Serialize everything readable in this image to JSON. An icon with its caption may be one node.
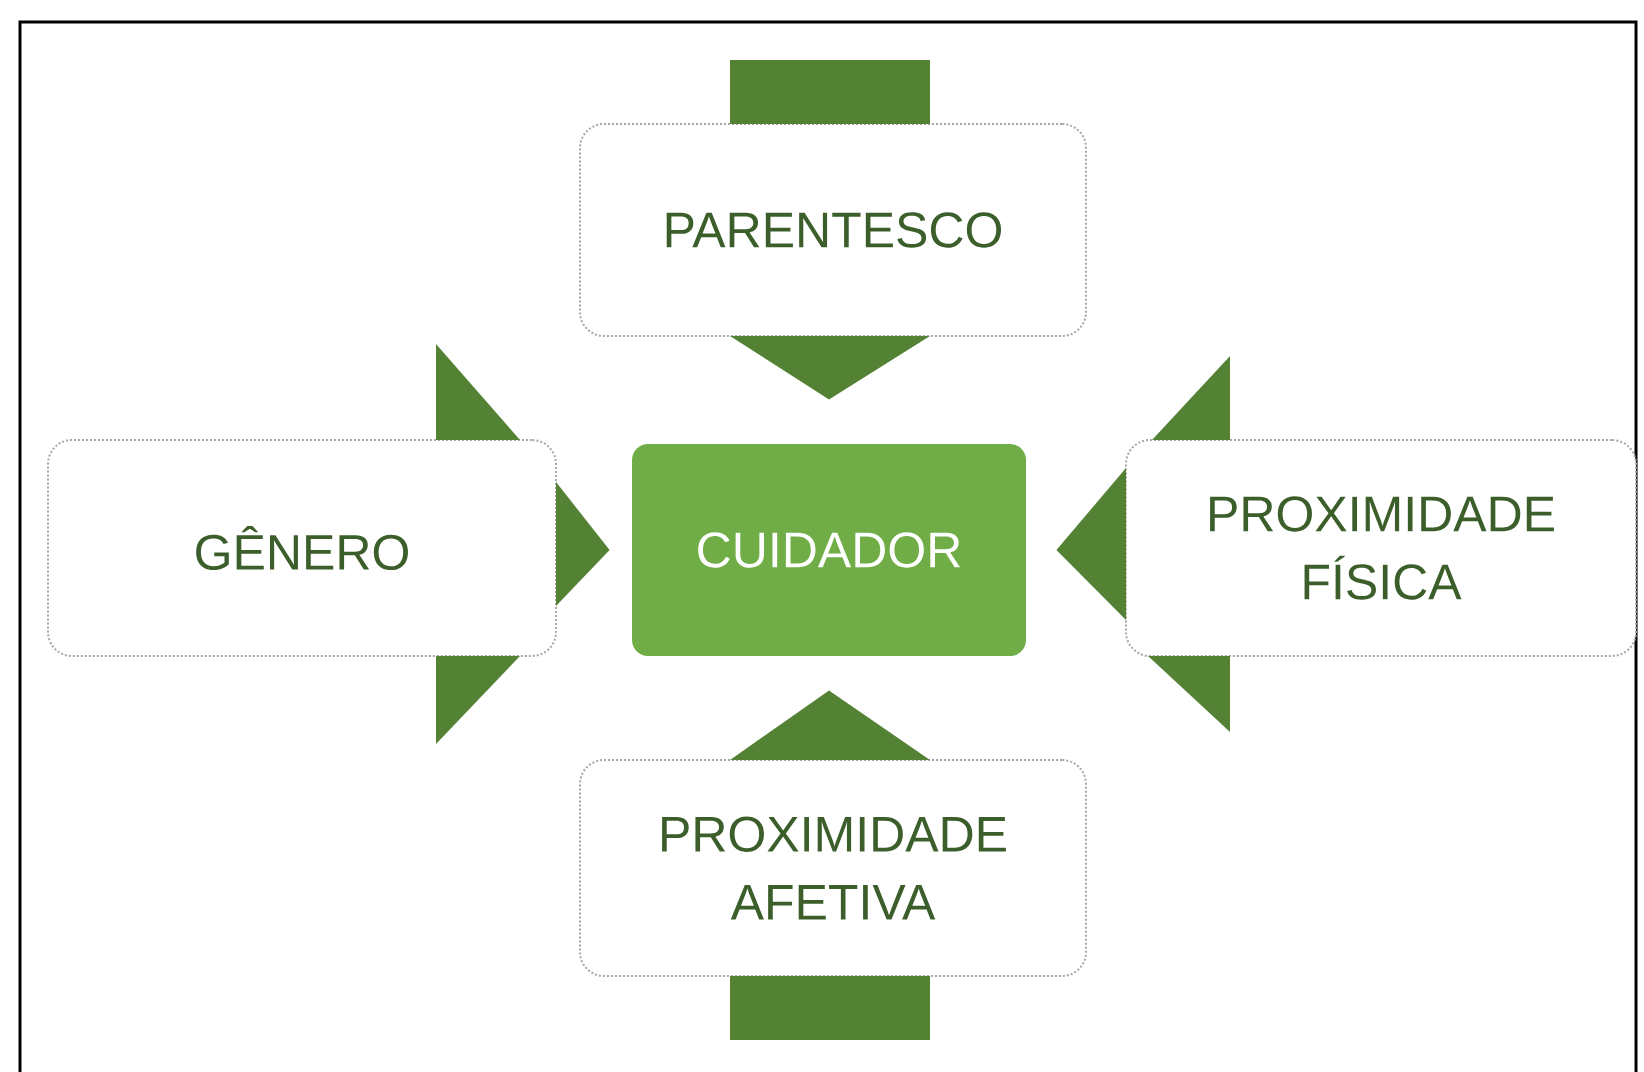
{
  "diagram": {
    "nodes": [
      {
        "text": [
          "PARENTESCO"
        ]
      },
      {
        "text": [
          "GÊNERO"
        ]
      },
      {
        "text": [
          "CUIDADOR"
        ]
      },
      {
        "text": [
          "PROXIMIDADE FÍSICA"
        ]
      },
      {
        "text": [
          "PROXIMIDADE AFETIVA"
        ]
      }
    ],
    "edges": [
      {
        "from": 0,
        "to": 2,
        "arrow": "to"
      },
      {
        "from": 1,
        "to": 2,
        "arrow": "to"
      },
      {
        "from": 3,
        "to": 2,
        "arrow": "to"
      },
      {
        "from": 4,
        "to": 2,
        "arrow": "to"
      }
    ]
  }
}
